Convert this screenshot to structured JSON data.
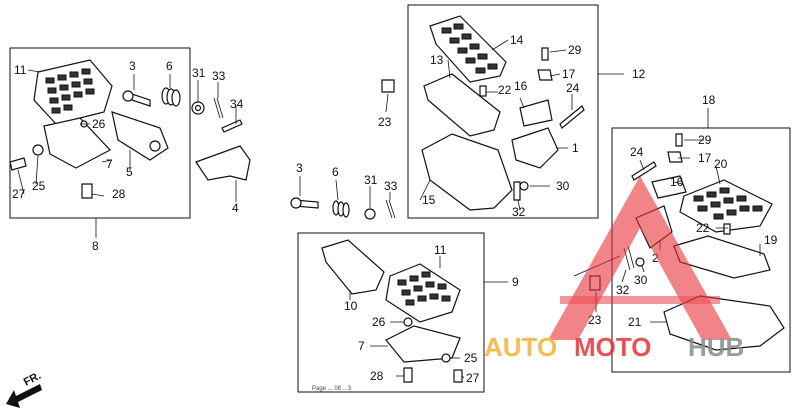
{
  "callouts": {
    "c1": "1",
    "c2": "2",
    "c3a": "3",
    "c3b": "3",
    "c4": "4",
    "c5": "5",
    "c6a": "6",
    "c6b": "6",
    "c7a": "7",
    "c7b": "7",
    "c8": "8",
    "c9": "9",
    "c10": "10",
    "c11a": "11",
    "c11b": "11",
    "c12": "12",
    "c13": "13",
    "c14": "14",
    "c15": "15",
    "c16a": "16",
    "c16b": "16",
    "c17a": "17",
    "c17b": "17",
    "c18": "18",
    "c19": "19",
    "c20": "20",
    "c21": "21",
    "c22a": "22",
    "c22b": "22",
    "c23a": "23",
    "c23b": "23",
    "c24a": "24",
    "c24b": "24",
    "c25a": "25",
    "c25b": "25",
    "c26a": "26",
    "c26b": "26",
    "c27a": "27",
    "c27b": "27",
    "c28a": "28",
    "c28b": "28",
    "c29a": "29",
    "c29b": "29",
    "c30a": "30",
    "c30b": "30",
    "c31a": "31",
    "c31b": "31",
    "c32a": "32",
    "c32b": "32",
    "c33a": "33",
    "c33b": "33",
    "c34": "34"
  },
  "direction_label": "FR.",
  "footnote": "Page ... 08 .. 3",
  "watermark": {
    "auto": "AUTO",
    "moto": "MOTO",
    "hub": "HUB"
  },
  "colors": {
    "watermark_red": "#e8323a",
    "watermark_gold": "#f2b233",
    "watermark_grey": "#8a8a8a"
  }
}
